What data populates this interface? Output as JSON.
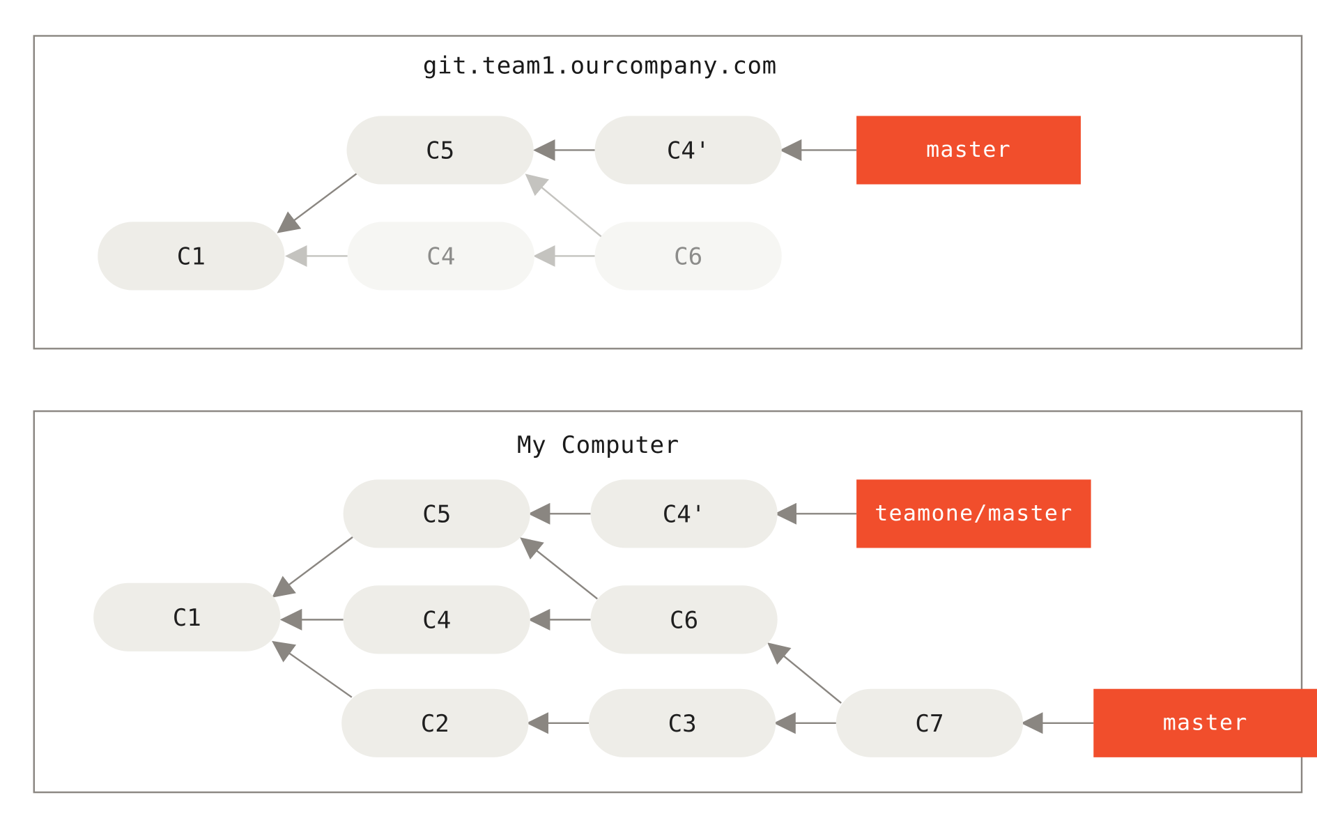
{
  "remote": {
    "title": "git.team1.ourcompany.com",
    "commits": {
      "c5": "C5",
      "c4prime": "C4'",
      "c1": "C1",
      "c4": "C4",
      "c6": "C6"
    },
    "branches": {
      "master": "master"
    }
  },
  "local": {
    "title": "My Computer",
    "commits": {
      "c5": "C5",
      "c4prime": "C4'",
      "c1": "C1",
      "c4": "C4",
      "c6": "C6",
      "c2": "C2",
      "c3": "C3",
      "c7": "C7"
    },
    "branches": {
      "teamone_master": "teamone/master",
      "master": "master"
    }
  },
  "colors": {
    "branch": "#f14e2c",
    "commit": "#eeede8",
    "commit_faded": "#f6f6f3",
    "arrow": "#8a8681",
    "arrow_faded": "#c4c3bf",
    "border": "#8a8681"
  }
}
